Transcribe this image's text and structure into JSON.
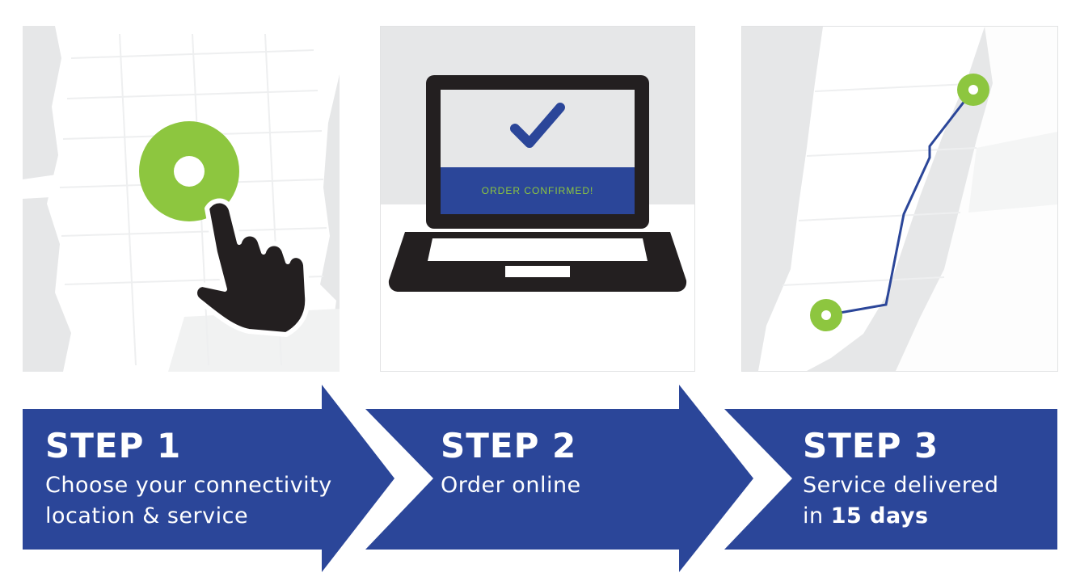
{
  "colors": {
    "step_blue": "#2b4699",
    "accent_green": "#8dc63f",
    "map_land": "#ffffff",
    "map_water": "#e6e7e8",
    "device_black": "#231f20"
  },
  "steps": [
    {
      "title": "STEP 1",
      "line1": "Choose your connectivity",
      "line2": "location & service"
    },
    {
      "title": "STEP 2",
      "line1": "Order online"
    },
    {
      "title": "STEP 3",
      "line1": "Service delivered",
      "line2_pre": "in ",
      "line2_bold": "15 days"
    }
  ],
  "laptop": {
    "screen_banner": "ORDER CONFIRMED!"
  },
  "icons": {
    "panel1": [
      "map-background",
      "location-pin-icon",
      "pointing-hand-icon"
    ],
    "panel2": [
      "laptop-icon",
      "checkmark-icon"
    ],
    "panel3": [
      "map-background",
      "route-line",
      "start-pin-icon",
      "end-pin-icon"
    ]
  }
}
